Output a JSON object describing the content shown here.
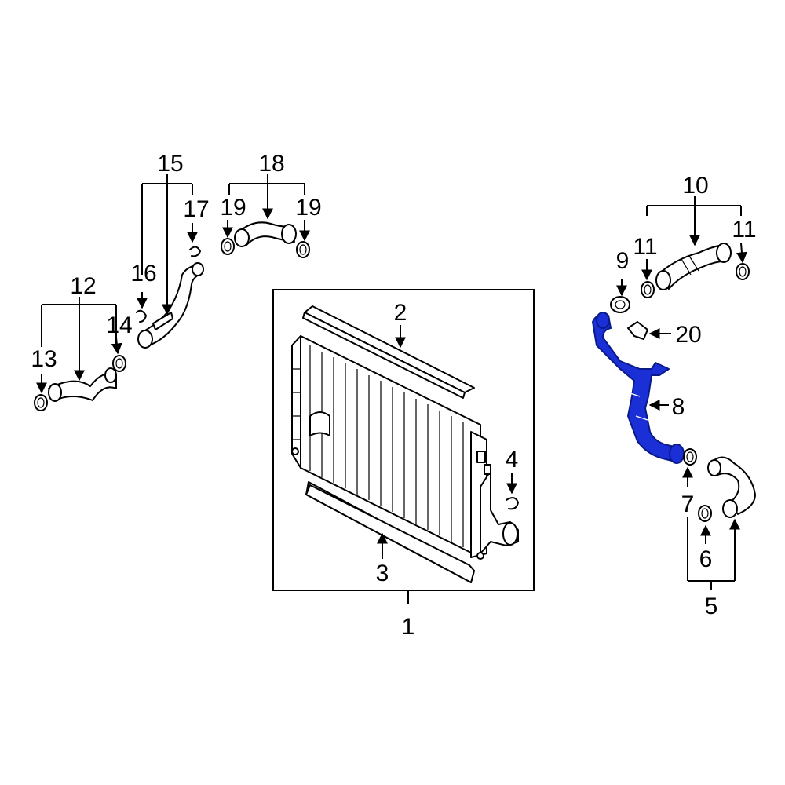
{
  "callouts": {
    "c1": "1",
    "c2": "2",
    "c3": "3",
    "c4": "4",
    "c5": "5",
    "c6": "6",
    "c7": "7",
    "c8": "8",
    "c9": "9",
    "c10": "10",
    "c11a": "11",
    "c11b": "11",
    "c12": "12",
    "c13": "13",
    "c14": "14",
    "c15": "15",
    "c16": "16",
    "c17": "17",
    "c18": "18",
    "c19a": "19",
    "c19b": "19",
    "c20": "20"
  },
  "colors": {
    "highlight": "#1b2fd6",
    "outline": "#000000",
    "background": "#ffffff"
  },
  "highlighted_part": "8"
}
